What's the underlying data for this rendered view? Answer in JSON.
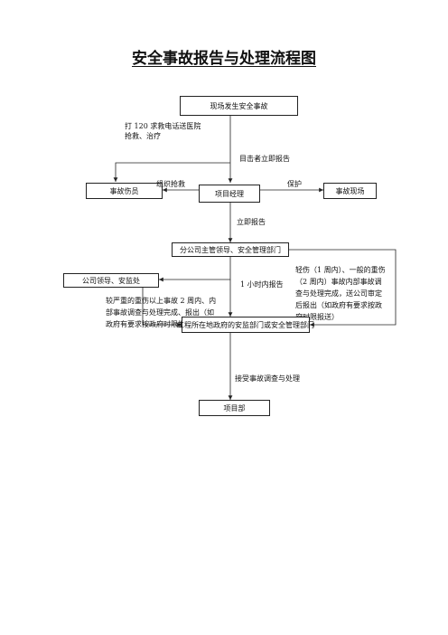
{
  "title": "安全事故报告与处理流程图",
  "nodes": {
    "scene_incident": "现场发生安全事故",
    "casualties": "事故伤员",
    "project_manager": "项目经理",
    "accident_site": "事故现场",
    "branch_leader": "分公司主管领导、安全管理部门",
    "company_leader": "公司领导、安监处",
    "gov_safety": "工程所在地政府的安监部门或安全管理部门",
    "project_dept": "项目部"
  },
  "labels": {
    "call_120_line1": "打 120 求救电话送医院",
    "call_120_line2": "抢救、治疗",
    "witness_report": "目击者立即报告",
    "organize_rescue": "组织抢救",
    "protect": "保护",
    "immediate_report": "立即报告",
    "one_hour_report": "1 小时内报告",
    "accept_investigation": "接受事故调查与处理"
  },
  "notes": {
    "minor_injury": [
      "轻伤（1 周内）、一般的重伤",
      "（2 周内）事故内部事故调",
      "查与处理完成，送公司审定",
      "后报出（如政府有要求按政",
      "府时限报送）"
    ],
    "serious_injury": [
      "较严重的重伤以上事故 2 周内、内",
      "部事故调查与处理完成、报出（如",
      "政府有要求按政府时限报送）"
    ]
  }
}
